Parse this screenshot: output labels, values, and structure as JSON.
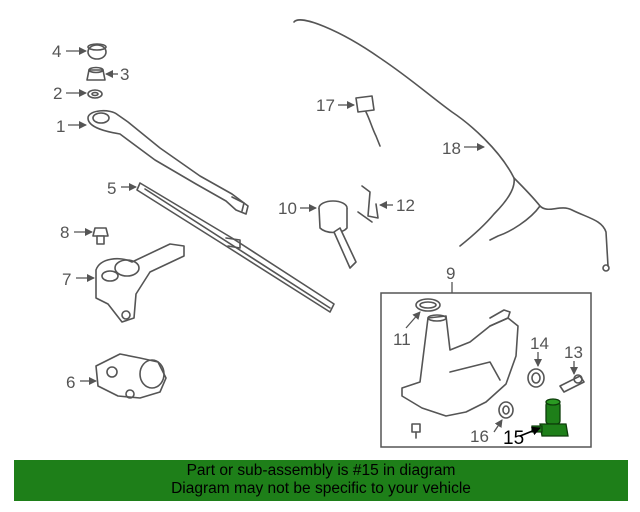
{
  "callouts": {
    "c1": "1",
    "c2": "2",
    "c3": "3",
    "c4": "4",
    "c5": "5",
    "c6": "6",
    "c7": "7",
    "c8": "8",
    "c9": "9",
    "c10": "10",
    "c11": "11",
    "c12": "12",
    "c13": "13",
    "c14": "14",
    "c15": "15",
    "c16": "16",
    "c17": "17",
    "c18": "18"
  },
  "highlight_color": "#1e7f19",
  "banner": {
    "line1": "Part or sub-assembly is #15 in diagram",
    "line2": "Diagram may not be specific to your vehicle"
  }
}
